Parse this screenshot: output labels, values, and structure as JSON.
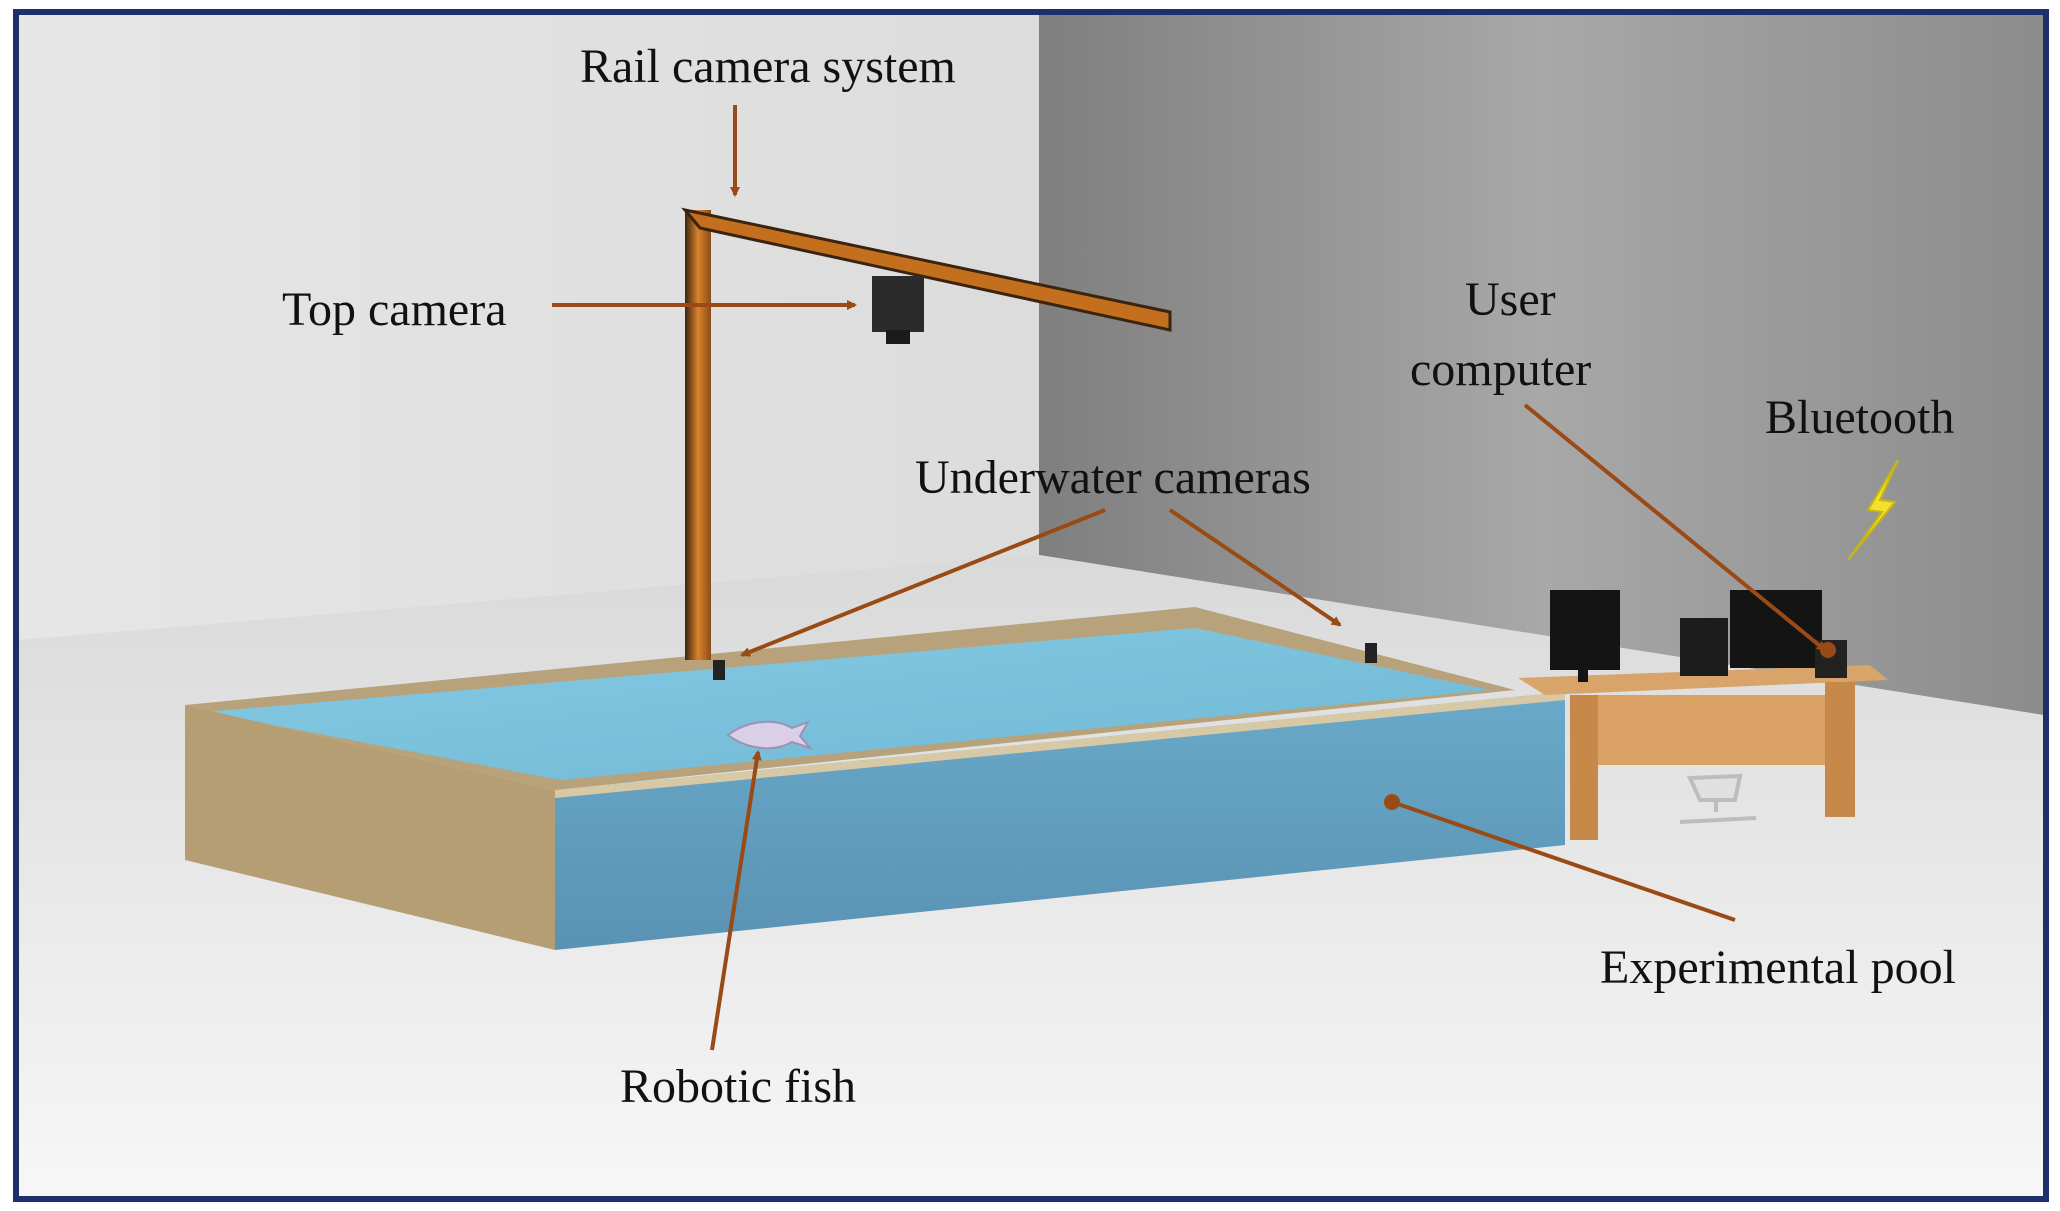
{
  "labels": {
    "rail_camera_system": "Rail camera system",
    "top_camera": "Top camera",
    "underwater_cameras": "Underwater cameras",
    "user_computer_line1": "User",
    "user_computer_line2": "computer",
    "bluetooth": "Bluetooth",
    "experimental_pool": "Experimental pool",
    "robotic_fish": "Robotic fish"
  },
  "colors": {
    "frame": "#1f2f6b",
    "leader": "#9a4a14",
    "water": "#7fc3dc",
    "pool_wall": "#b9a27a",
    "rail": "#c46f1e",
    "desk": "#d19a5a",
    "bolt": "#f2e12c"
  }
}
